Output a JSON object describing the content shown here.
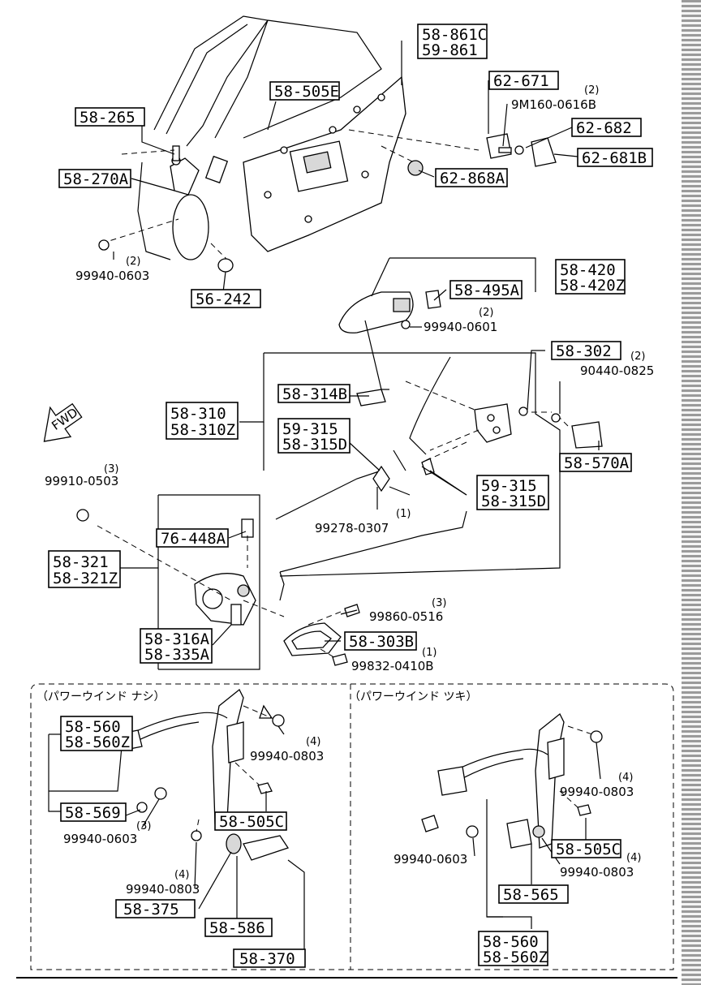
{
  "labels": {
    "l_58_861": [
      "58-861C",
      "59-861"
    ],
    "l_58_505E": "58-505E",
    "l_58_265": "58-265",
    "l_58_270A": "58-270A",
    "l_99940_0603_top": "99940-0603",
    "l_56_242": "56-242",
    "l_62_671": "62-671",
    "l_9M160": "9M160-0616B",
    "l_62_682": "62-682",
    "l_62_681B": "62-681B",
    "l_62_868A": "62-868A",
    "l_58_420": [
      "58-420",
      "58-420Z"
    ],
    "l_58_495A": "58-495A",
    "l_99940_0601": "99940-0601",
    "l_58_302": "58-302",
    "l_90440_0825": "90440-0825",
    "l_58_570A": "58-570A",
    "l_58_314B": "58-314B",
    "l_58_310": [
      "58-310",
      "58-310Z"
    ],
    "l_59_315_a": [
      "59-315",
      "58-315D"
    ],
    "l_59_315_b": [
      "59-315",
      "58-315D"
    ],
    "l_99278_0307": "99278-0307",
    "l_99910_0503": "99910-0503",
    "l_76_448A": "76-448A",
    "l_58_321": [
      "58-321",
      "58-321Z"
    ],
    "l_58_316A": [
      "58-316A",
      "58-335A"
    ],
    "l_99860_0516": "99860-0516",
    "l_58_303B": "58-303B",
    "l_99832_0410B": "99832-0410B",
    "l_58_560_left": [
      "58-560",
      "58-560Z"
    ],
    "l_99940_0803_left_a": "99940-0803",
    "l_58_569": "58-569",
    "l_58_505C_left": "58-505C",
    "l_99940_0603_left": "99940-0603",
    "l_99940_0803_left_b": "99940-0803",
    "l_58_375": "58-375",
    "l_58_586": "58-586",
    "l_58_370": "58-370",
    "l_99940_0803_right_a": "99940-0803",
    "l_99940_0603_right": "99940-0603",
    "l_58_505C_right": "58-505C",
    "l_99940_0803_right_b": "99940-0803",
    "l_58_565": "58-565",
    "l_58_560_right": [
      "58-560",
      "58-560Z"
    ]
  },
  "quantities": {
    "q_9M160": "(2)",
    "q_99940_0603_top": "(2)",
    "q_99940_0601": "(2)",
    "q_90440_0825": "(2)",
    "q_99910_0503": "(3)",
    "q_99278_0307": "(1)",
    "q_99860_0516": "(3)",
    "q_99832_0410B": "(1)",
    "q_99940_0803_left_a": "(4)",
    "q_99940_0603_left": "(3)",
    "q_99940_0803_left_b": "(4)",
    "q_99940_0803_right_a": "(4)",
    "q_99940_0803_right_b": "(4)"
  },
  "sections": {
    "left_title": "（パワーウインド ナシ）",
    "right_title": "（パワーウインド ツキ）"
  },
  "fwd_label": "FWD",
  "colors": {
    "ink": "#000000",
    "paper": "#ffffff"
  }
}
